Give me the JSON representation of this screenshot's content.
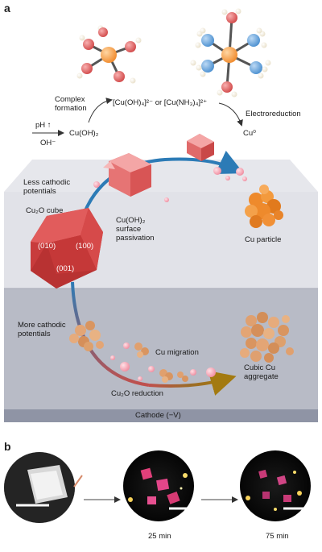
{
  "panel_a": {
    "label": "a",
    "ph_up": "pH ↑",
    "oh_minus": "OH⁻",
    "cu_oh2": "Cu(OH)₂",
    "complex_formation_1": "Complex",
    "complex_formation_2": "formation",
    "complex_species": "[Cu(OH)₄]²⁻ or [Cu(NH₃)₄]²⁺",
    "electroreduction": "Electroreduction",
    "cu0": "Cu⁰",
    "less_cathodic_1": "Less cathodic",
    "less_cathodic_2": "potentials",
    "cu2o_cube": "Cu₂O cube",
    "facet_010": "(010)",
    "facet_100": "(100)",
    "facet_001": "(001)",
    "passivation_1": "Cu(OH)₂",
    "passivation_2": "surface",
    "passivation_3": "passivation",
    "cu_particle": "Cu particle",
    "more_cathodic_1": "More cathodic",
    "more_cathodic_2": "potentials",
    "cu_migration": "Cu migration",
    "cubic_cu_1": "Cubic Cu",
    "cubic_cu_2": "aggregate",
    "cu2o_reduction": "Cu₂O reduction",
    "cathode": "Cathode (−V)"
  },
  "panel_b": {
    "label": "b",
    "time_1": "25 min",
    "time_2": "75 min"
  },
  "colors": {
    "slab_top": "#e3e4ea",
    "slab_lower": "#b9bcc8",
    "cathode_bar": "#8f94a5",
    "cube_red": "#d94b4b",
    "cube_light": "#f08d8d",
    "copper_orange": "#f08a2c",
    "arrow_blue": "#2c7bb6",
    "arrow_gold": "#b8860b",
    "dot_pink": "#f6a5b3"
  }
}
